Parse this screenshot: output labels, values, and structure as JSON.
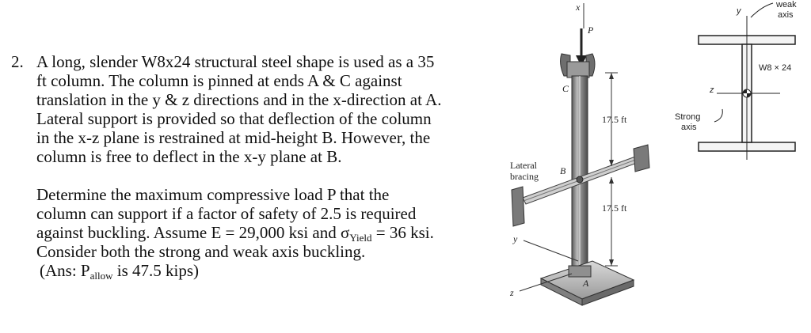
{
  "problem": {
    "number": "2.",
    "paragraph1": [
      "A long, slender W8x24 structural steel shape is used as a 35",
      "ft column.  The column is pinned at ends A & C against",
      "translation in the y & z directions and in the x-direction at A.",
      "Lateral support is provided so that deflection of the column",
      "in the x-z plane is restrained at mid-height B.  However, the",
      "column is free to deflect in the x-y plane at B."
    ],
    "paragraph2_lines": [
      "Determine the maximum compressive load P that the",
      "column can support if a factor of safety of 2.5 is required",
      "against buckling.  Assume E = 29,000 ksi and σ",
      "Consider both the strong and weak axis buckling."
    ],
    "sigma_sub": "Yield",
    "sigma_tail": " = 36 ksi.",
    "answer_prefix": "(Ans: P",
    "answer_sub": "allow",
    "answer_tail": " is 47.5 kips)"
  },
  "figure": {
    "x_label": "x",
    "p_label": "P",
    "c_label": "C",
    "b_label": "B",
    "a_label": "A",
    "y_label": "y",
    "z_label": "z",
    "lateral_bracing_line1": "Lateral",
    "lateral_bracing_line2": "bracing",
    "dim_upper": "17.5 ft",
    "dim_lower": "17.5 ft",
    "section_y_label": "y",
    "section_z_label": "z",
    "weak_axis_line1": "weak",
    "weak_axis_line2": "axis",
    "strong_axis_line1": "Strong",
    "strong_axis_line2": "axis",
    "shape_label": "W8 × 24"
  }
}
